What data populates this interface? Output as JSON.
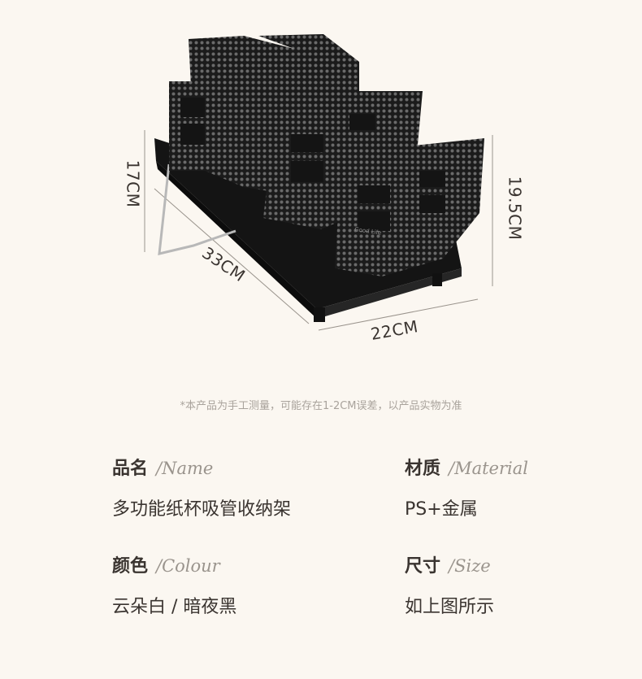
{
  "dimensions": {
    "height_a": "17CM",
    "height_b": "19.5CM",
    "depth": "33CM",
    "width": "22CM"
  },
  "product_brand_mark": "Good Life",
  "note": "*本产品为手工测量，可能存在1-2CM误差，以产品实物为准",
  "specs": {
    "name": {
      "title_cn": "品名",
      "title_en": "/Name",
      "value": "多功能纸杯吸管收纳架"
    },
    "material": {
      "title_cn": "材质",
      "title_en": "/Material",
      "value": "PS+金属"
    },
    "colour": {
      "title_cn": "颜色",
      "title_en": "/Colour",
      "value": "云朵白 / 暗夜黑"
    },
    "size": {
      "title_cn": "尺寸",
      "title_en": "/Size",
      "value": "如上图所示"
    }
  },
  "colors": {
    "background": "#fbf7f1",
    "product": "#1e1e1e",
    "text": "#3a3430",
    "muted": "#a9a39c"
  }
}
